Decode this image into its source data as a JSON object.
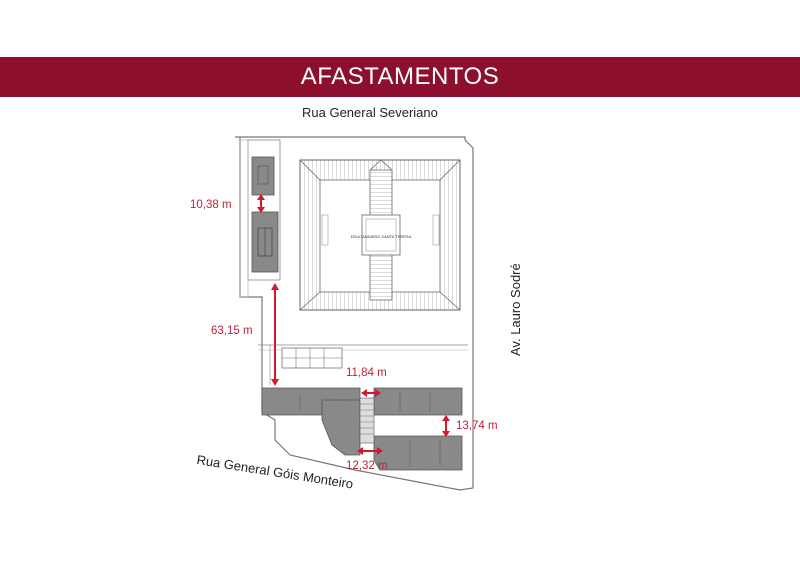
{
  "header": {
    "title": "AFASTAMENTOS",
    "background": "#8c0f2e",
    "text_color": "#ffffff"
  },
  "streets": {
    "top": "Rua General Severiano",
    "right": "Av. Lauro Sodré",
    "bottom": "Rua General Góis Monteiro"
  },
  "building_label": "EDUCANDÁRIO SANTA TERESA",
  "dimensions": [
    {
      "id": "d1",
      "label": "10,38 m"
    },
    {
      "id": "d2",
      "label": "63,15 m"
    },
    {
      "id": "d3",
      "label": "11,84 m"
    },
    {
      "id": "d4",
      "label": "13,74 m"
    },
    {
      "id": "d5",
      "label": "12,32 m"
    }
  ],
  "colors": {
    "dimension": "#d3182e",
    "building_fill": "#8a8a8a",
    "outline": "#777777"
  }
}
